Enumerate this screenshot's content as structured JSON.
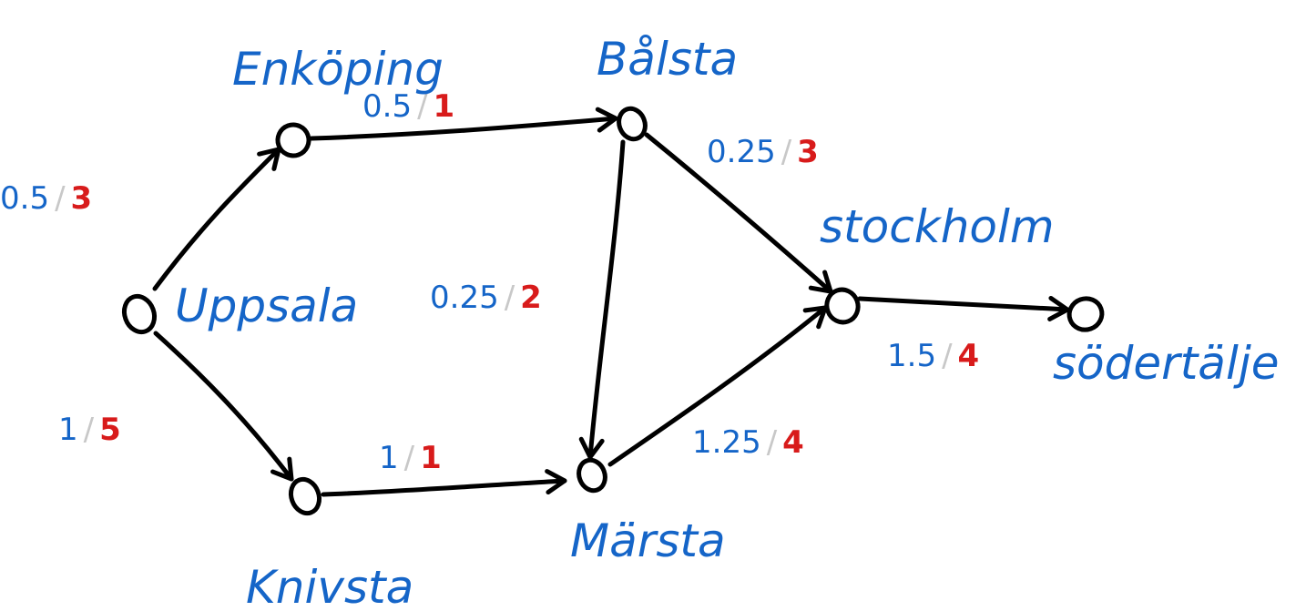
{
  "colors": {
    "ink": "#000000",
    "label": "#1565c8",
    "flow": "#1565c8",
    "capacity": "#d81b1b",
    "separator": "#c8c8c8"
  },
  "nodes": [
    {
      "id": "uppsala",
      "label": "Uppsala"
    },
    {
      "id": "enkoping",
      "label": "Enköping"
    },
    {
      "id": "knivsta",
      "label": "Knivsta"
    },
    {
      "id": "balsta",
      "label": "Bålsta"
    },
    {
      "id": "marsta",
      "label": "Märsta"
    },
    {
      "id": "stockholm",
      "label": "stockholm"
    },
    {
      "id": "sodertalje",
      "label": "södertälje"
    }
  ],
  "edges": [
    {
      "id": "uppsala-enkoping",
      "from": "uppsala",
      "to": "enkoping",
      "flow": "0.5",
      "capacity": "3"
    },
    {
      "id": "uppsala-knivsta",
      "from": "uppsala",
      "to": "knivsta",
      "flow": "1",
      "capacity": "5"
    },
    {
      "id": "enkoping-balsta",
      "from": "enkoping",
      "to": "balsta",
      "flow": "0.5",
      "capacity": "1"
    },
    {
      "id": "knivsta-marsta",
      "from": "knivsta",
      "to": "marsta",
      "flow": "1",
      "capacity": "1"
    },
    {
      "id": "balsta-marsta",
      "from": "balsta",
      "to": "marsta",
      "flow": "0.25",
      "capacity": "2"
    },
    {
      "id": "balsta-stockholm",
      "from": "balsta",
      "to": "stockholm",
      "flow": "0.25",
      "capacity": "3"
    },
    {
      "id": "marsta-stockholm",
      "from": "marsta",
      "to": "stockholm",
      "flow": "1.25",
      "capacity": "4"
    },
    {
      "id": "stockholm-sodertalje",
      "from": "stockholm",
      "to": "sodertalje",
      "flow": "1.5",
      "capacity": "4"
    }
  ]
}
